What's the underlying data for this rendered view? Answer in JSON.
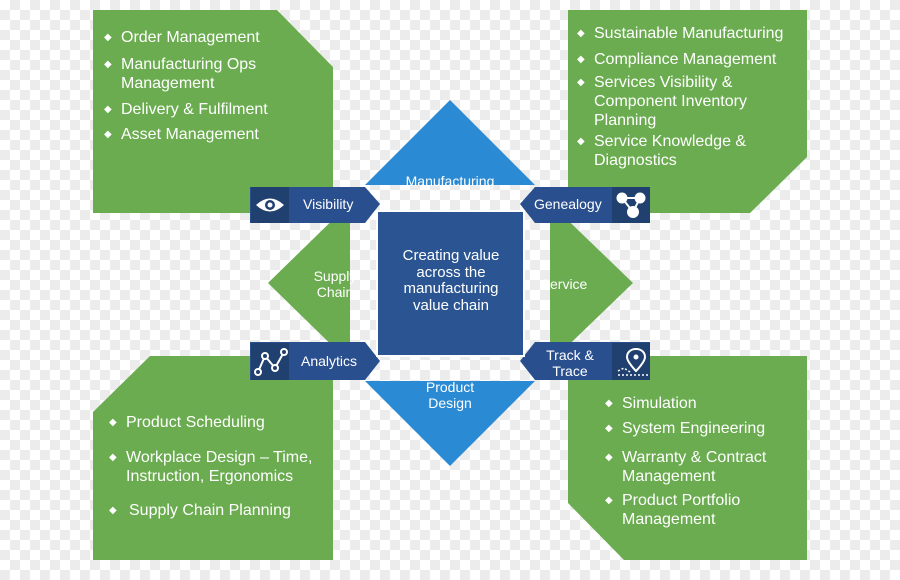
{
  "center": {
    "lines": [
      "Creating value",
      "across the",
      "manufacturing",
      "value chain"
    ]
  },
  "quadrants": {
    "top": "Manufacturing",
    "left": "Supply\nChain",
    "right": "Service",
    "bottom": "Product\nDesign"
  },
  "tabs": {
    "visibility": "Visibility",
    "genealogy": "Genealogy",
    "analytics": "Analytics",
    "track_trace": "Track &\nTrace"
  },
  "panels": {
    "top_left": [
      "Order Management",
      "Manufacturing Ops\nManagement",
      "Delivery & Fulfilment",
      "Asset Management"
    ],
    "top_right": [
      "Sustainable Manufacturing",
      "Compliance Management",
      "Services Visibility &\nComponent Inventory\nPlanning",
      "Service Knowledge &\nDiagnostics"
    ],
    "bottom_left": [
      "Product Scheduling",
      "Workplace Design – Time,\nInstruction, Ergonomics",
      "Supply Chain Planning"
    ],
    "bottom_right": [
      "Simulation",
      "System Engineering",
      "Warranty & Contract\nManagement",
      "Product Portfolio\nManagement"
    ]
  },
  "icons": {
    "visibility": "eye-icon",
    "genealogy": "network-nodes-icon",
    "analytics": "line-graph-icon",
    "track_trace": "location-pin-icon"
  },
  "colors": {
    "green": "#6aac4f",
    "blue": "#2a8ad4",
    "navy": "#2a4f8f",
    "center_fill": "#2a5592"
  }
}
